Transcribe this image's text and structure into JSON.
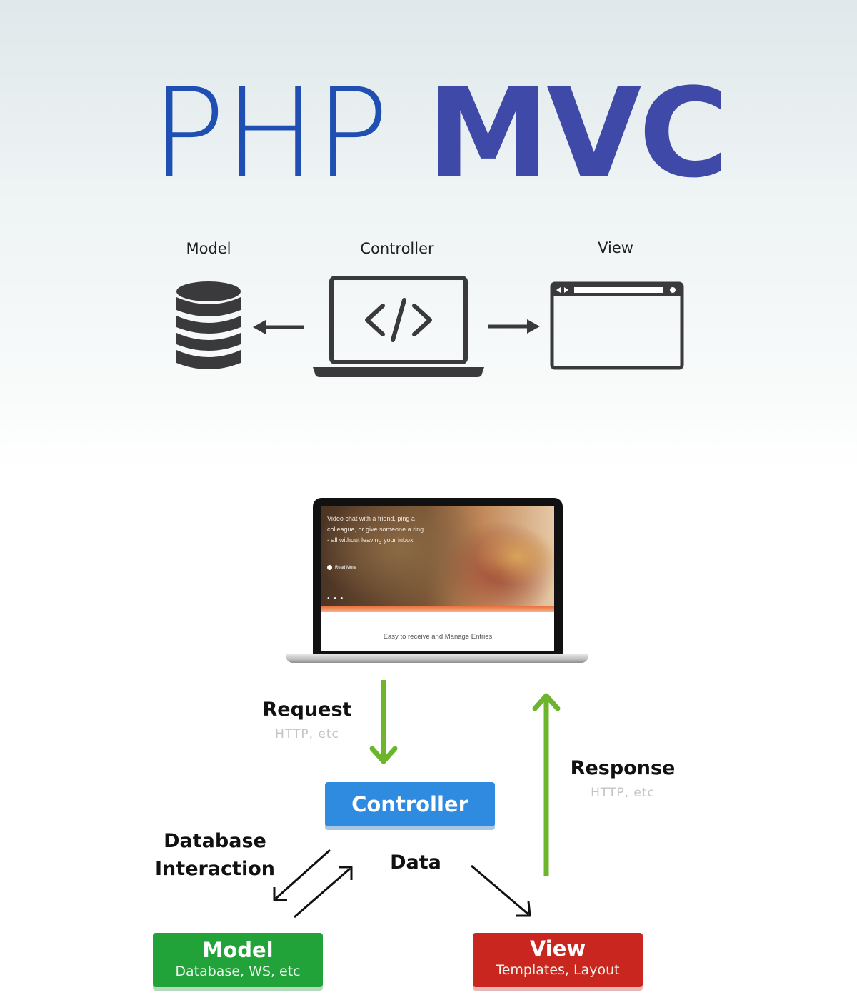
{
  "title": {
    "light": "PHP",
    "bold": "MVC"
  },
  "top_diagram": {
    "model_label": "Model",
    "controller_label": "Controller",
    "view_label": "View",
    "icons": [
      "database-icon",
      "laptop-code-icon",
      "browser-window-icon"
    ]
  },
  "laptop": {
    "caption": "Video chat with a friend, ping a colleague, or give someone a ring - all without leaving your inbox",
    "button": "Read More",
    "footer": "Easy to receive and Manage Entries"
  },
  "flow": {
    "request": {
      "label": "Request",
      "sub": "HTTP, etc"
    },
    "response": {
      "label": "Response",
      "sub": "HTTP, etc"
    },
    "db_interaction": {
      "line1": "Database",
      "line2": "Interaction"
    },
    "data_label": "Data"
  },
  "boxes": {
    "controller": {
      "title": "Controller"
    },
    "model": {
      "title": "Model",
      "sub": "Database, WS, etc"
    },
    "view": {
      "title": "View",
      "sub": "Templates, Layout"
    }
  },
  "colors": {
    "title_light": "#1f4fb3",
    "title_bold": "#3f49a7",
    "arrow_green": "#6cb52d",
    "controller_blue": "#2f8be0",
    "model_green": "#22a33a",
    "view_red": "#c9261f"
  }
}
